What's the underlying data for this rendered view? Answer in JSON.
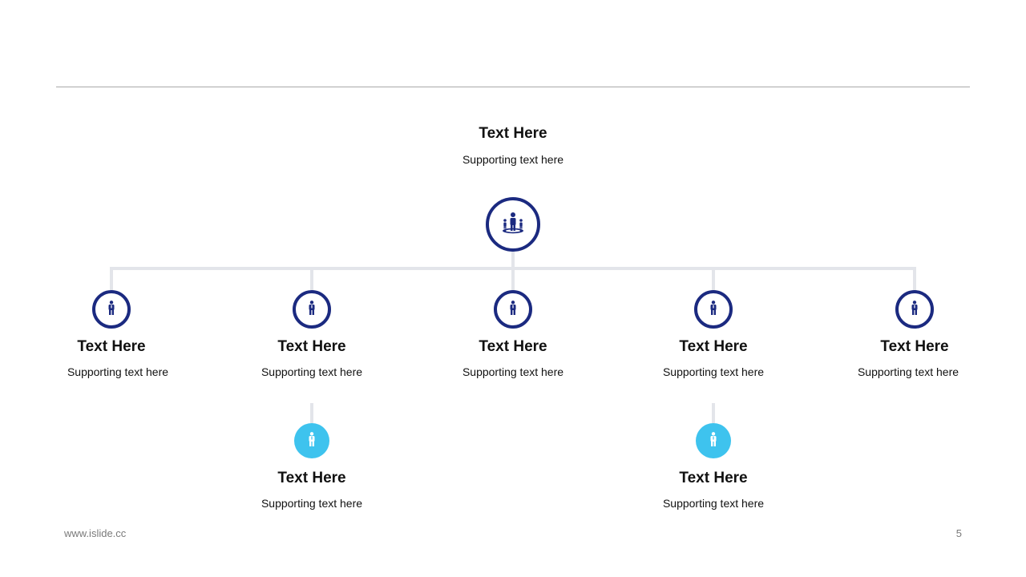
{
  "colors": {
    "navy": "#1b2a80",
    "cyan": "#3ec3ee",
    "connector": "#e3e5ea",
    "rule": "#a8a8a8"
  },
  "root": {
    "title": "Text Here",
    "subtitle": "Supporting  text here",
    "icon": "group-people-icon"
  },
  "level1": [
    {
      "title": "Text Here",
      "subtitle": "Supporting  text here",
      "icon": "person-icon"
    },
    {
      "title": "Text Here",
      "subtitle": "Supporting  text here",
      "icon": "person-icon"
    },
    {
      "title": "Text Here",
      "subtitle": "Supporting  text here",
      "icon": "person-icon"
    },
    {
      "title": "Text Here",
      "subtitle": "Supporting  text here",
      "icon": "person-icon"
    },
    {
      "title": "Text Here",
      "subtitle": "Supporting  text here",
      "icon": "person-icon"
    }
  ],
  "level2": [
    {
      "parent_index": 1,
      "title": "Text Here",
      "subtitle": "Supporting  text here",
      "icon": "person-icon"
    },
    {
      "parent_index": 3,
      "title": "Text Here",
      "subtitle": "Supporting  text here",
      "icon": "person-icon"
    }
  ],
  "footer": {
    "url": "www.islide.cc",
    "page": "5"
  }
}
